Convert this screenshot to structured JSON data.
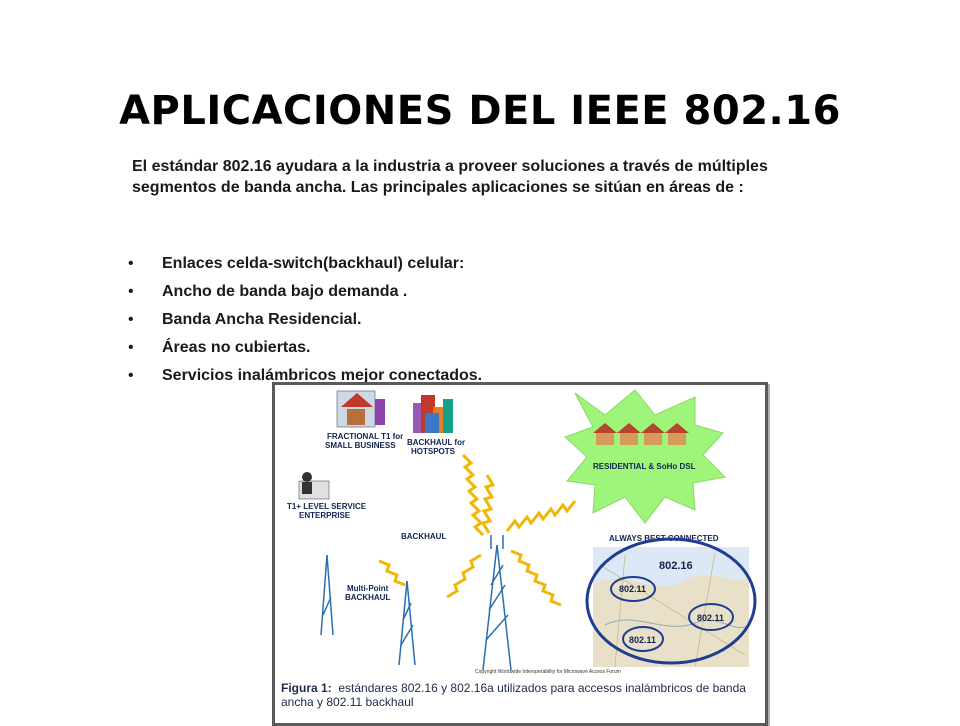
{
  "slide": {
    "title": "APLICACIONES DEL IEEE 802.16",
    "intro": "El estándar 802.16 ayudara a la industria a proveer soluciones a través de múltiples segmentos de banda ancha. Las principales aplicaciones se sitúan en áreas de :",
    "bullet_symbol": "•",
    "bullets": [
      "Enlaces celda-switch(backhaul) celular:",
      "Ancho de banda bajo demanda .",
      "Banda Ancha Residencial.",
      "Áreas no cubiertas.",
      "Servicios inalámbricos mejor conectados."
    ]
  },
  "figure": {
    "labels": {
      "fractional_1": "FRACTIONAL T1 for",
      "fractional_2": "SMALL BUSINESS",
      "backhaul_hot_1": "BACKHAUL for",
      "backhaul_hot_2": "HOTSPOTS",
      "residential": "RESIDENTIAL & SoHo DSL",
      "t1_1": "T1+ LEVEL SERVICE",
      "t1_2": "ENTERPRISE",
      "backhaul": "BACKHAUL",
      "always": "ALWAYS BEST CONNECTED",
      "multipoint_1": "Multi-Point",
      "multipoint_2": "BACKHAUL",
      "std_80216": "802.16",
      "std_80211_a": "802.11",
      "std_80211_b": "802.11",
      "std_80211_c": "802.11"
    },
    "copyright": "Copyright Worldwide Interoperability for Microwave Access Forum",
    "caption_bold": "Figura 1:",
    "caption_text": "estándares 802.16 y 802.16a utilizados para accesos inalámbricos de banda ancha y 802.11 backhaul",
    "colors": {
      "wave": "#f2b705",
      "burst": "#9ff57a",
      "ellipse": "#1f3c8f",
      "label": "#12234f"
    }
  }
}
